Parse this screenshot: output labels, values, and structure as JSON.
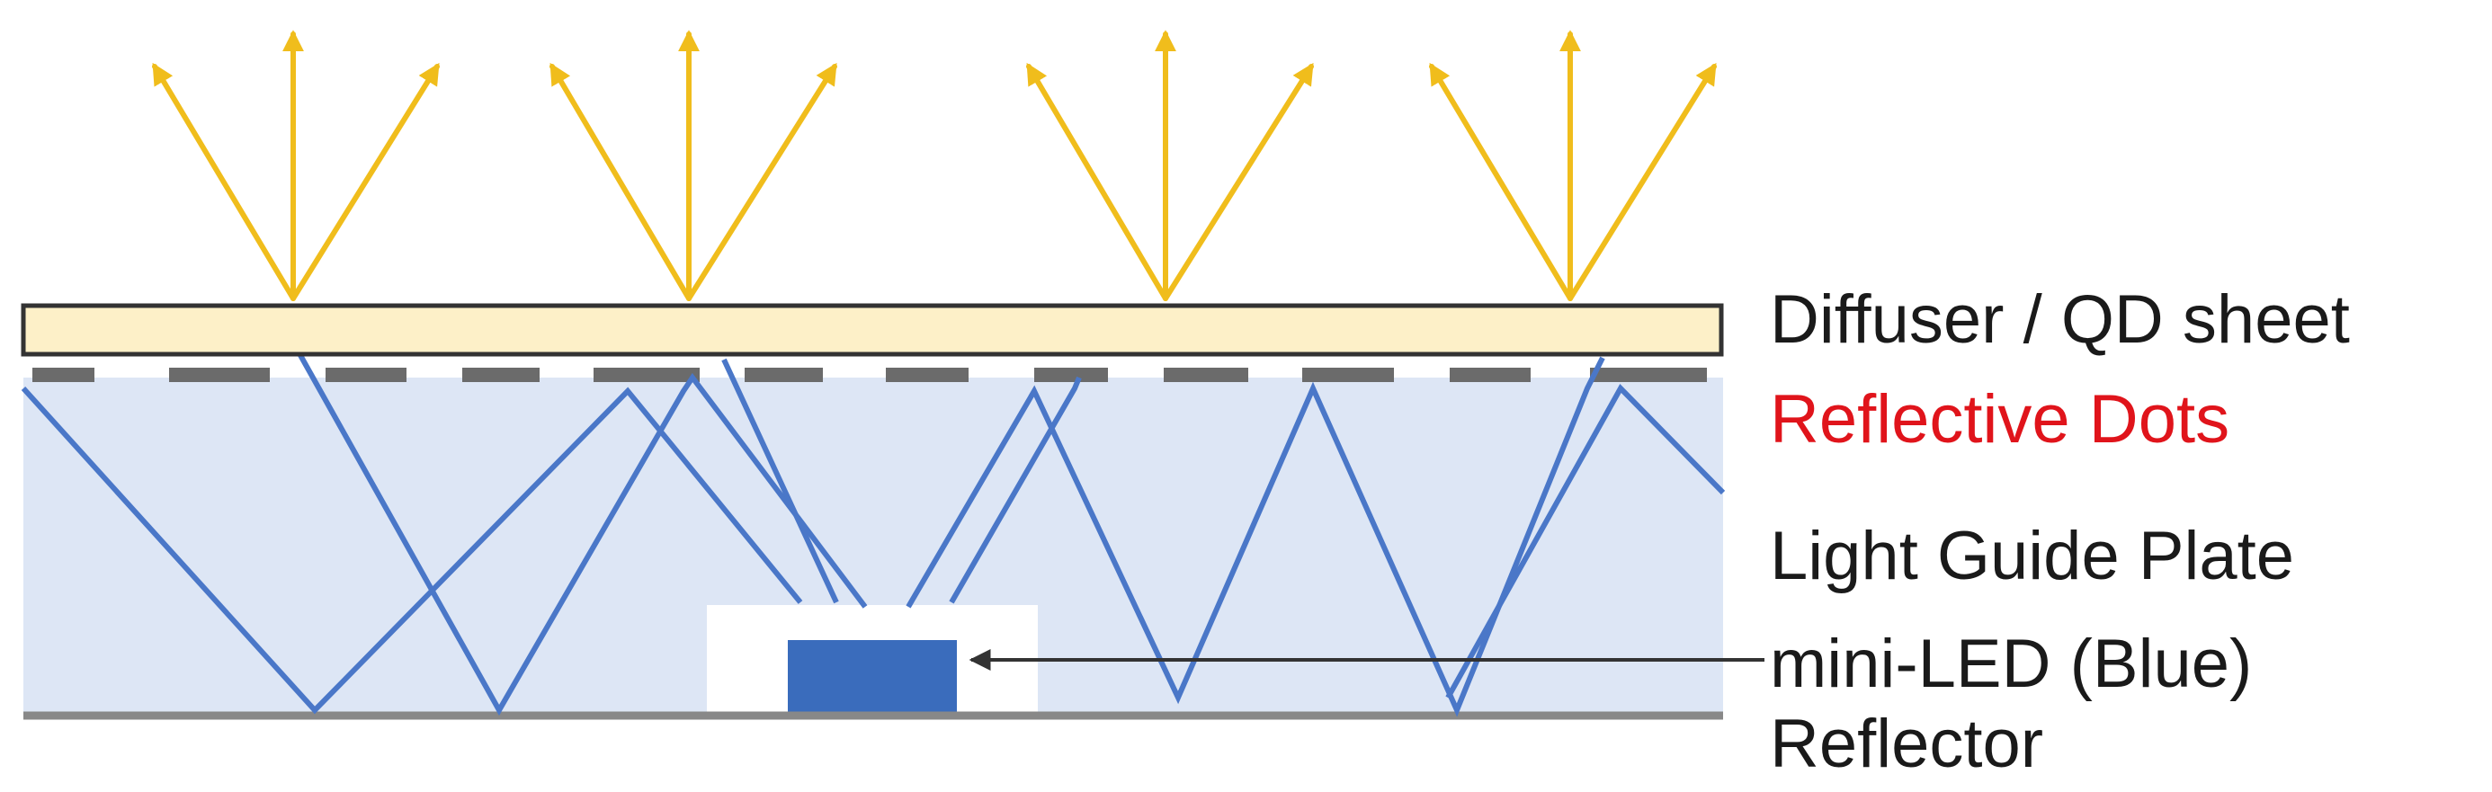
{
  "colors": {
    "diffuser_fill": "#fdf0c8",
    "diffuser_border": "#333333",
    "lgp_fill": "#dde6f5",
    "led_cavity": "#ffffff",
    "led": "#3a6cbc",
    "rays": "#4a77c8",
    "emitted_light": "#f0bd1c",
    "dots": "#6b6b6b",
    "reflector": "#888888",
    "pointer": "#333333",
    "label_text": "#1a1a1a",
    "label_highlight": "#e0141b"
  },
  "labels": {
    "diffuser": "Diffuser / QD sheet",
    "reflective_dots": "Reflective Dots",
    "light_guide_plate": "Light Guide Plate",
    "mini_led": "mini-LED (Blue)",
    "reflector": "Reflector"
  }
}
